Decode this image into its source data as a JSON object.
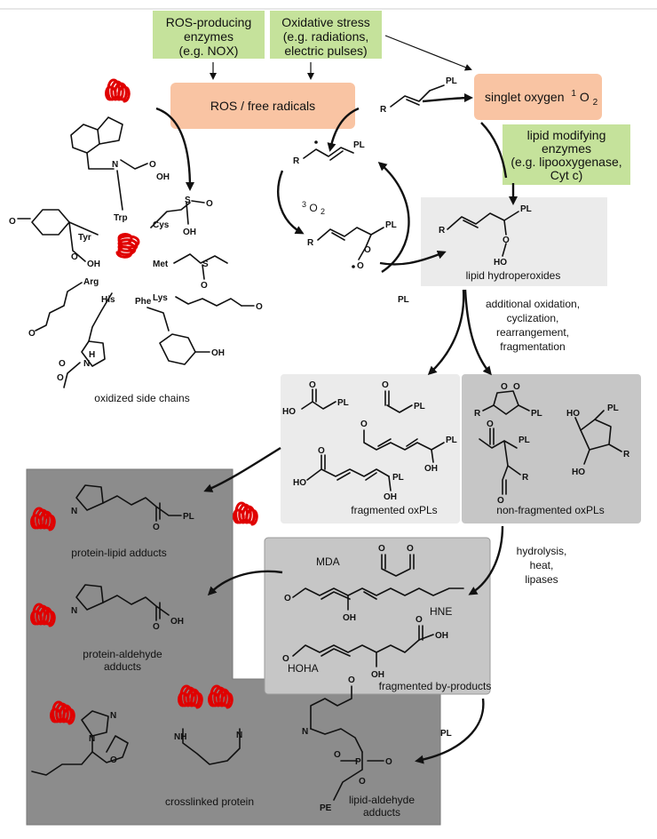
{
  "sources": {
    "ros_enzymes": [
      "ROS-producing",
      "enzymes",
      "(e.g. NOX)"
    ],
    "oxidative_stress": [
      "Oxidative stress",
      "(e.g. radiations,",
      "electric pulses)"
    ],
    "ros_radicals": "ROS / free radicals",
    "singlet_oxygen": "singlet oxygen",
    "singlet_oxygen_super": "1",
    "singlet_oxygen_o": "O",
    "singlet_oxygen_sub": "2",
    "lipid_enzymes": [
      "lipid modifying",
      "enzymes",
      "(e.g. lipooxygenase,",
      "Cyt c)"
    ]
  },
  "labels": {
    "oxidized_side_chains": "oxidized side chains",
    "lipid_hydroperoxides": "lipid hydroperoxides",
    "additional_oxidation": [
      "additional oxidation,",
      "cyclization,",
      "rearrangement,",
      "fragmentation"
    ],
    "fragmented_oxpls": "fragmented oxPLs",
    "non_fragmented_oxpls": "non-fragmented oxPLs",
    "hydrolysis": [
      "hydrolysis,",
      "heat,",
      "lipases"
    ],
    "protein_lipid_adducts": "protein-lipid adducts",
    "protein_aldehyde_adducts": [
      "protein-aldehyde",
      "adducts"
    ],
    "crosslinked_protein": "crosslinked protein",
    "lipid_aldehyde_adducts": [
      "lipid-aldehyde",
      "adducts"
    ],
    "fragmented_byproducts": "fragmented by-products",
    "pl": "PL",
    "o2_pre": "3",
    "o2": "O",
    "o2_sub": "2",
    "mda": "MDA",
    "hne": "HNE",
    "hoha": "HOHA"
  },
  "residues": [
    "Trp",
    "Tyr",
    "Cys",
    "Met",
    "Arg",
    "His",
    "Phe",
    "Lys"
  ],
  "atoms": {
    "PL": "PL",
    "R": "R",
    "O": "O",
    "OH": "OH",
    "HO": "HO",
    "N": "N",
    "NH": "NH",
    "S": "S",
    "P": "P",
    "PE": "PE",
    "H": "H"
  },
  "colors": {
    "green_box": "#c5e29b",
    "orange_box": "#f9c4a3",
    "light_panel": "#ebebeb",
    "mid_panel": "#c6c6c6",
    "dark_panel": "#8c8c8c",
    "protein": "#e00000"
  }
}
